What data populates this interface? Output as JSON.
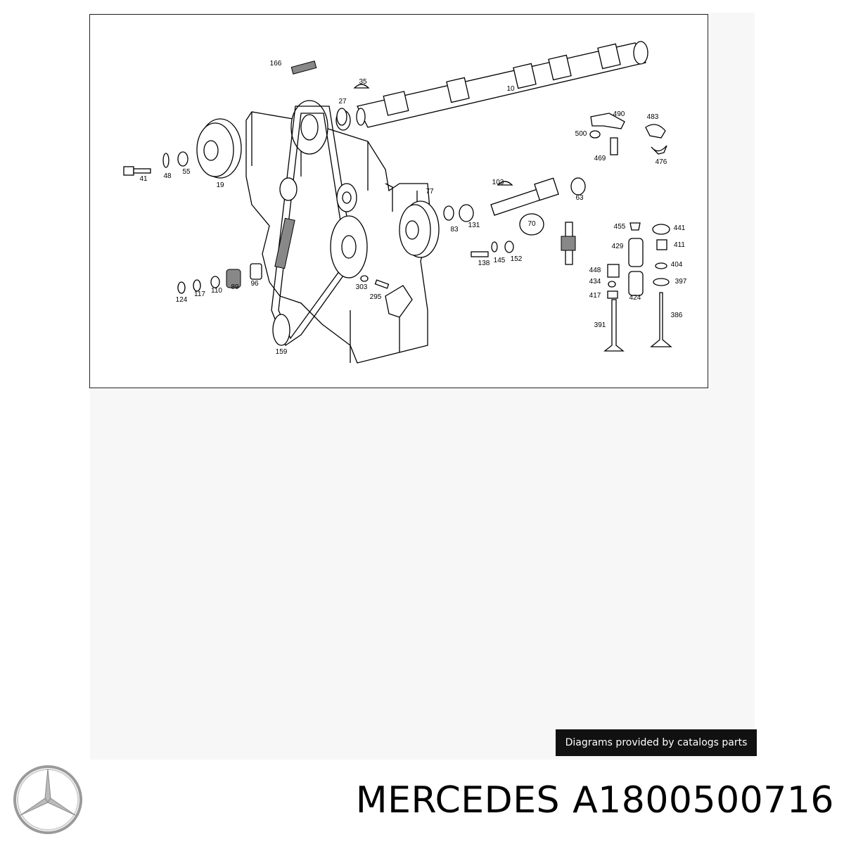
{
  "diagram": {
    "callouts": [
      "166",
      "35",
      "27",
      "10",
      "490",
      "483",
      "500",
      "469",
      "476",
      "41",
      "48",
      "55",
      "19",
      "77",
      "103",
      "63",
      "83",
      "131",
      "70",
      "455",
      "441",
      "429",
      "411",
      "138",
      "145",
      "152",
      "448",
      "404",
      "434",
      "397",
      "417",
      "424",
      "386",
      "391",
      "124",
      "117",
      "110",
      "89",
      "96",
      "303",
      "295",
      "159"
    ]
  },
  "credit": "Diagrams provided by catalogs parts",
  "brand": "MERCEDES",
  "part_number": "A1800500716",
  "logo_icon": "mercedes-star-icon"
}
